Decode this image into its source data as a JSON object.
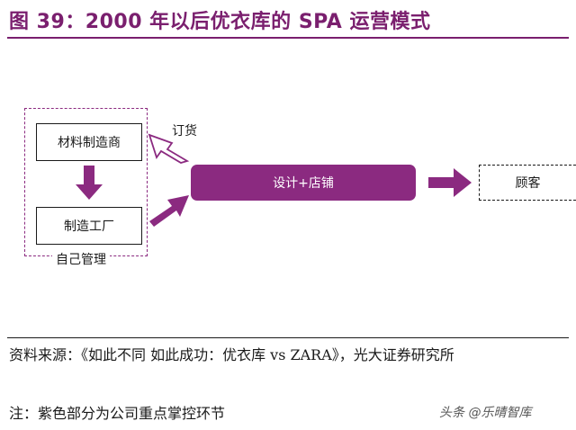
{
  "title": "图 39：2000 年以后优衣库的 SPA 运营模式",
  "diagram": {
    "material_supplier": "材料制造商",
    "factory": "制造工厂",
    "self_managed_label": "自己管理",
    "order_label": "订货",
    "design_store": "设计+店铺",
    "customer": "顾客"
  },
  "source_text": "资料来源：《如此不同 如此成功：优衣库 vs ZARA》，光大证券研究所",
  "note_text": "注：紫色部分为公司重点掌控环节",
  "watermark": "头条 @乐晴智库",
  "colors": {
    "accent": "#8b2a80",
    "title": "#7a1f6e"
  }
}
